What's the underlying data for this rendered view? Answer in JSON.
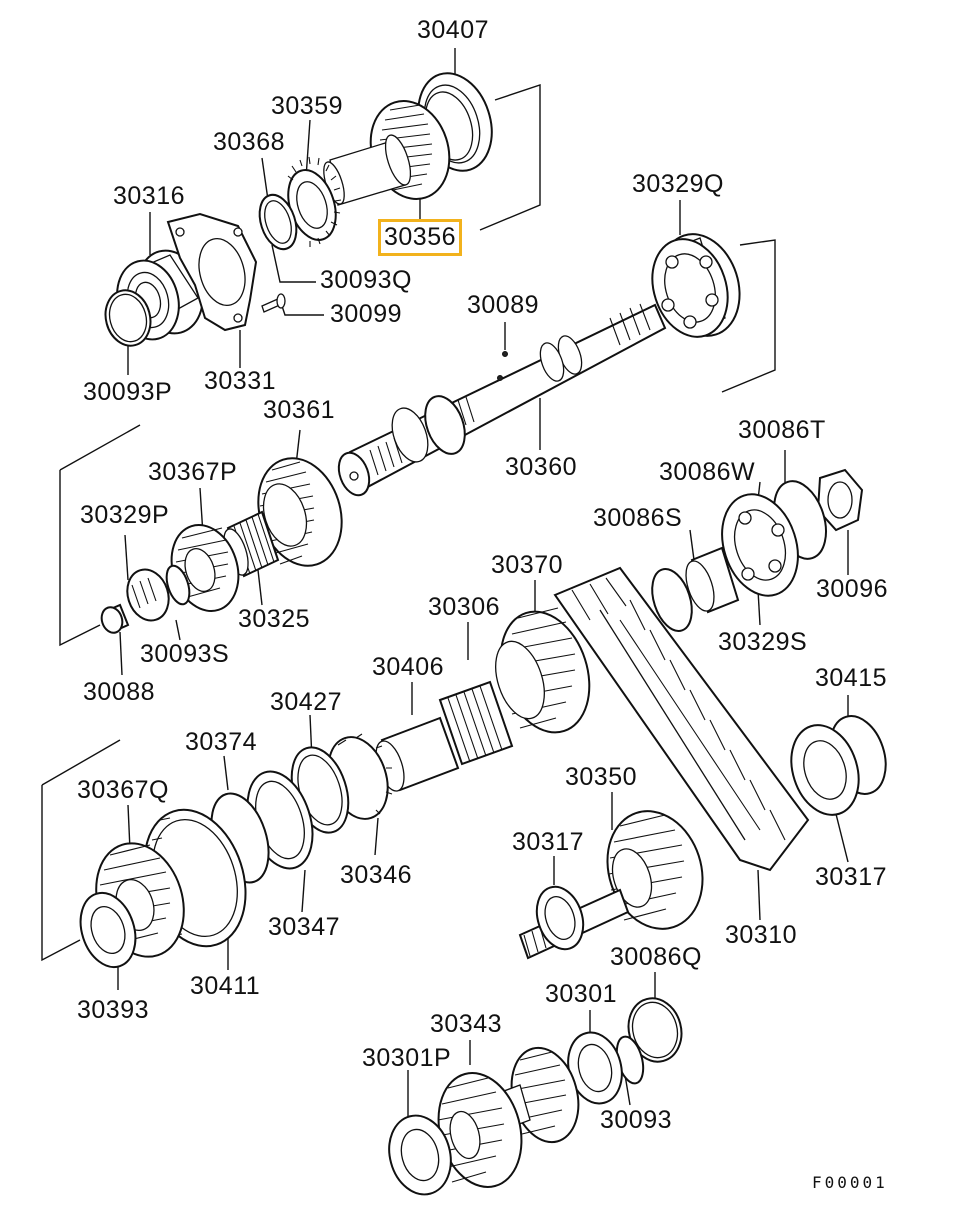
{
  "diagram": {
    "code": "F00001",
    "highlight_color": "#f2b21c",
    "highlighted_part": "30356",
    "parts": [
      {
        "id": "30407"
      },
      {
        "id": "30359"
      },
      {
        "id": "30368"
      },
      {
        "id": "30356"
      },
      {
        "id": "30316"
      },
      {
        "id": "30093Q"
      },
      {
        "id": "30099"
      },
      {
        "id": "30093P"
      },
      {
        "id": "30331"
      },
      {
        "id": "30329Q"
      },
      {
        "id": "30089"
      },
      {
        "id": "30361"
      },
      {
        "id": "30360"
      },
      {
        "id": "30367P"
      },
      {
        "id": "30329P"
      },
      {
        "id": "30325"
      },
      {
        "id": "30093S"
      },
      {
        "id": "30088"
      },
      {
        "id": "30086T"
      },
      {
        "id": "30086W"
      },
      {
        "id": "30086S"
      },
      {
        "id": "30096"
      },
      {
        "id": "30370"
      },
      {
        "id": "30329S"
      },
      {
        "id": "30306"
      },
      {
        "id": "30406"
      },
      {
        "id": "30415"
      },
      {
        "id": "30427"
      },
      {
        "id": "30374"
      },
      {
        "id": "30350"
      },
      {
        "id": "30367Q"
      },
      {
        "id": "30317"
      },
      {
        "id": "30346"
      },
      {
        "id": "30317"
      },
      {
        "id": "30347"
      },
      {
        "id": "30310"
      },
      {
        "id": "30393"
      },
      {
        "id": "30411"
      },
      {
        "id": "30086Q"
      },
      {
        "id": "30301"
      },
      {
        "id": "30343"
      },
      {
        "id": "30301P"
      },
      {
        "id": "30093"
      }
    ]
  }
}
